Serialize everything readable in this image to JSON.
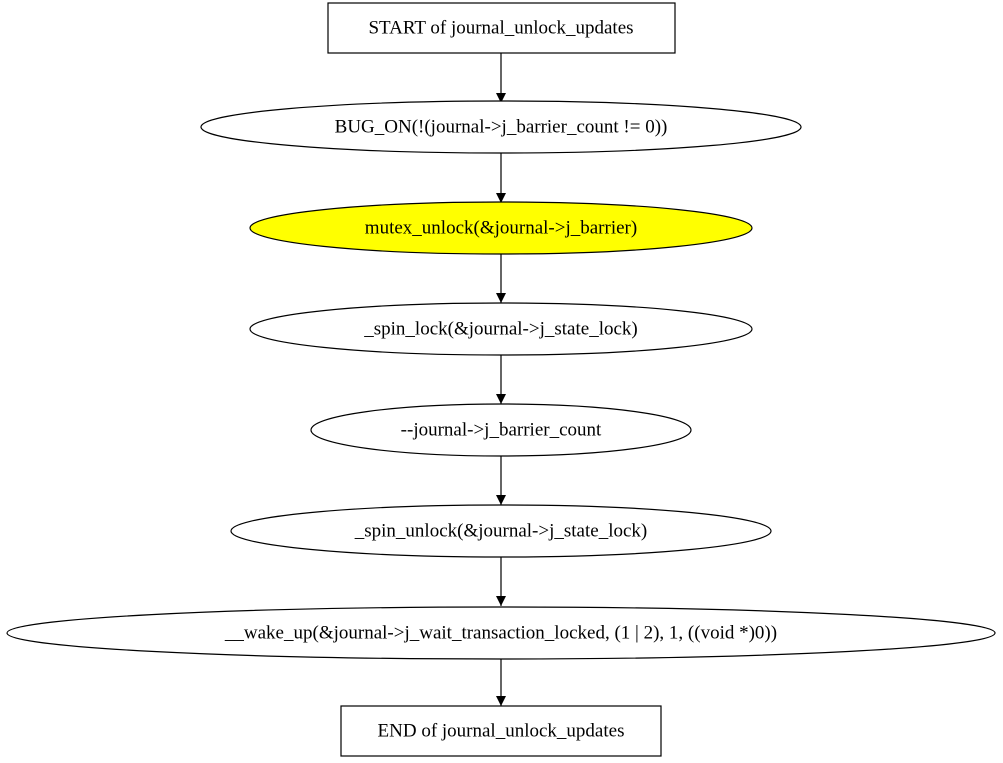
{
  "diagram": {
    "nodes": [
      {
        "id": "start",
        "shape": "box",
        "label": "START of journal_unlock_updates",
        "fill": "#ffffff"
      },
      {
        "id": "bug_on",
        "shape": "ellipse",
        "label": "BUG_ON(!(journal->j_barrier_count != 0))",
        "fill": "#ffffff"
      },
      {
        "id": "mutex_unlock",
        "shape": "ellipse",
        "label": "mutex_unlock(&journal->j_barrier)",
        "fill": "#ffff00"
      },
      {
        "id": "spin_lock",
        "shape": "ellipse",
        "label": "_spin_lock(&journal->j_state_lock)",
        "fill": "#ffffff"
      },
      {
        "id": "decrement",
        "shape": "ellipse",
        "label": "--journal->j_barrier_count",
        "fill": "#ffffff"
      },
      {
        "id": "spin_unlock",
        "shape": "ellipse",
        "label": "_spin_unlock(&journal->j_state_lock)",
        "fill": "#ffffff"
      },
      {
        "id": "wake_up",
        "shape": "ellipse",
        "label": "__wake_up(&journal->j_wait_transaction_locked, (1 | 2), 1, ((void *)0))",
        "fill": "#ffffff"
      },
      {
        "id": "end",
        "shape": "box",
        "label": "END of journal_unlock_updates",
        "fill": "#ffffff"
      }
    ],
    "edges": [
      {
        "from": "start",
        "to": "bug_on"
      },
      {
        "from": "bug_on",
        "to": "mutex_unlock"
      },
      {
        "from": "mutex_unlock",
        "to": "spin_lock"
      },
      {
        "from": "spin_lock",
        "to": "decrement"
      },
      {
        "from": "decrement",
        "to": "spin_unlock"
      },
      {
        "from": "spin_unlock",
        "to": "wake_up"
      },
      {
        "from": "wake_up",
        "to": "end"
      }
    ]
  }
}
